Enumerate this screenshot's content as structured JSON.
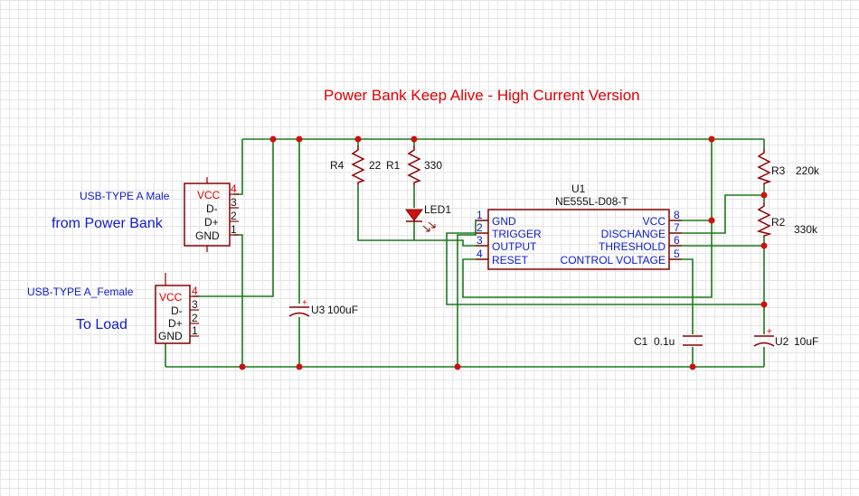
{
  "title": "Power Bank Keep Alive - High Current Version",
  "usb_male": {
    "name": "USB-TYPE A Male",
    "pins": [
      "VCC",
      "D-",
      "D+",
      "GND"
    ],
    "pin_numbers": [
      "4",
      "3",
      "2",
      "1"
    ],
    "note": "from Power Bank"
  },
  "usb_female": {
    "name": "USB-TYPE A_Female",
    "pins": [
      "VCC",
      "D-",
      "D+",
      "GND"
    ],
    "pin_numbers": [
      "4",
      "3",
      "2",
      "1"
    ],
    "note": "To Load"
  },
  "capacitor_u3": {
    "label": "U3",
    "value": "100uF"
  },
  "r4": {
    "label": "R4",
    "value": "22"
  },
  "r1": {
    "label": "R1",
    "value": "330"
  },
  "led1": {
    "label": "LED1"
  },
  "ic_u1": {
    "label": "U1",
    "part": "NE555L-D08-T",
    "left_pins": [
      {
        "num": "1",
        "name": "GND"
      },
      {
        "num": "2",
        "name": "TRIGGER"
      },
      {
        "num": "3",
        "name": "OUTPUT"
      },
      {
        "num": "4",
        "name": "RESET"
      }
    ],
    "right_pins": [
      {
        "num": "8",
        "name": "VCC"
      },
      {
        "num": "7",
        "name": "DISCHANGE"
      },
      {
        "num": "6",
        "name": "THRESHOLD"
      },
      {
        "num": "5",
        "name": "CONTROL VOLTAGE"
      }
    ]
  },
  "r3": {
    "label": "R3",
    "value": "220k"
  },
  "r2": {
    "label": "R2",
    "value": "330k"
  },
  "c1": {
    "label": "C1",
    "value": "0.1u"
  },
  "u2": {
    "label": "U2",
    "value": "10uF"
  },
  "colors": {
    "wire": "#1a7a1a",
    "component": "#8b0000",
    "junction": "#cc1111",
    "title": "#e00000",
    "label_blue": "#1020c8"
  }
}
